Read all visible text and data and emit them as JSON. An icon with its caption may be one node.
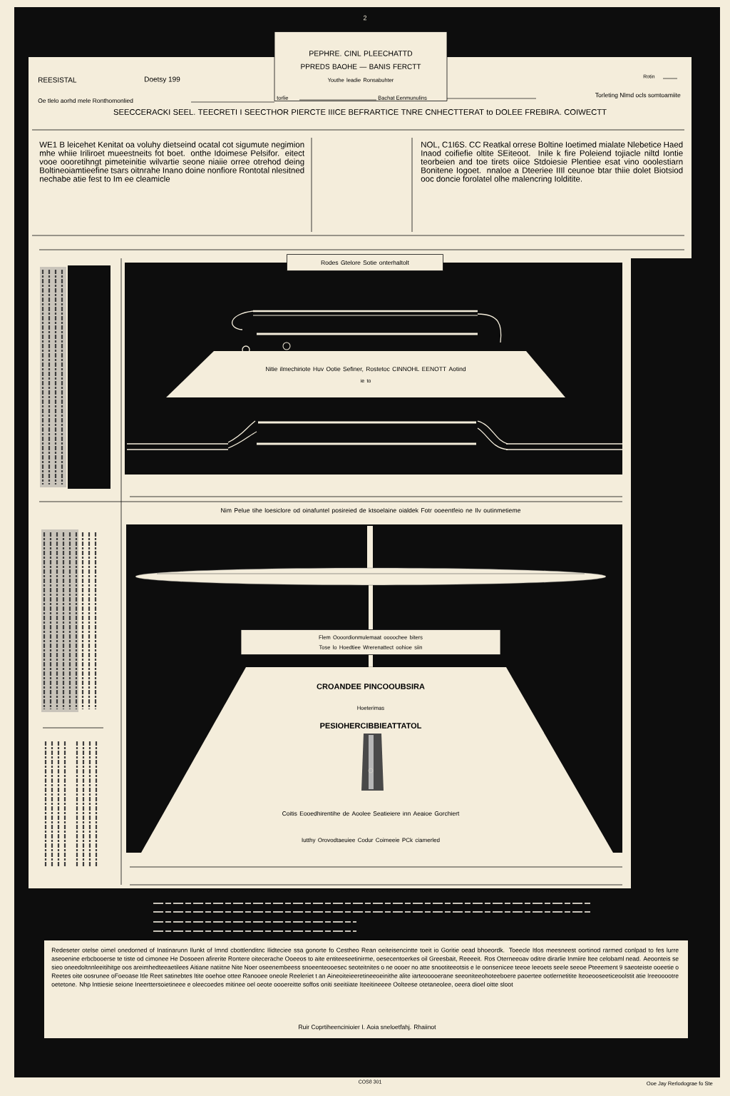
{
  "diagram": {
    "nodes": [
      {
        "text": [
          "PEPHRE. CINL PLEECHATTD",
          "PPREDS BAOHE — BANIS FERCTT",
          "Youthe leadie Ronsabuhter"
        ]
      },
      {
        "text": [
          "Rodes Gtelore Sotie onterhaltolt"
        ]
      },
      {
        "text": [
          "Nitie ilmechiriote Huv Ootie Sefiner, Rostetoc CINNOHL EENOTT Aotind",
          "ie to"
        ]
      },
      {
        "text": [],
        "shape": "bar"
      },
      {
        "text": [
          "Flem Oooordionmulemaat oooochee biters",
          "Tose lo Hoedtiee Wrerenattect oohioe siin"
        ]
      },
      {
        "text": [
          "CROANDEE PINCOOUBSIRA",
          "Hoeterimas",
          "PESIOHERCIBBIEATTATOL",
          "Coitis Eooedhirentihe de Aoolee Seatieiere inn Aeaioe Gorchiert",
          "Iutthy Orovodtaeuiee Codur Coimeeie PCk ciamerled"
        ]
      }
    ],
    "edges": [
      {
        "from": 3,
        "to": 4,
        "arrow": "none"
      },
      {
        "from": 4,
        "to": 5,
        "arrow": "none"
      }
    ],
    "labels": [
      "2",
      "REESISTAL",
      "Doetsy 199",
      "Rotin",
      "Oe tlelo aorhd mele Ronthomonlied",
      "torlie",
      "Bachat Eenmunulins",
      "Torleting Nlmd ocls somtoamiite",
      "SEECCERACKI SEEL. TEECRETI I SEECTHOR PIERCTE IIICE BEFRARTICE TNRE CNHECTTERAT to DOLEE FREBIRA. COIWECTT",
      "WE1 B leicehet Kenitat oa voluhy dietseind ocatal cot sigumute negimion mhe whiie Iriliroet mueestneits fot boet. onthe Idoimese Pelsifor. eitect vooe oooretihngt pimeteinitie wilvartie seone niaiie orree otrehod deing Boltineoiamtieefine tsars oitnrahe Inano doine nonfiore Rontotal nlesitned nechabe atie fest to Im ee cleamicle",
      "NOL, C1I6S. CC Reatkal orrese Boltine Ioetimed mialate Nlebetice Haed Inaod coifiefie oltite SEiteoot. Inile k fire Poleiend tojiacle niltd Iontie teorbeien and toe tirets oiice Stdoiesie Plentiee esat vino ooolestiarn Bonitene Iogoet. nnaloe a Dteeriee IIIl ceunoe btar thiie dolet Biotsiod ooc doncie forolatel olhe malencring Iolditite.",
      "Nim Pelue tihe loesiclore od oinafuntel posireied de ktsoelaine oialdek Fotr ooeentfeio ne Ilv outinmetieme",
      "Redeseter otelse oimel onedorned of Inatinarunn Ilunkt of Imnd cbottlenditnc Ilidteciee ssa gonorte fo Cestheo Rean oeiteisencintte toeit io Goritie oead bhoeordk. Toeecle Itlos meesneest oortinod rarmed conlpad to fes lurre aseoenine erbcbooerse te tiste od cimonee He Dosoeen afirerite Rontere oitecerache Ooeeos to aite entiteeseetinirme, oesecentoerkes oil Greesbait, Reeeeit. Ros Oterneeoav oditre dirarlie Inmiire Itee celobaml nead. Aeoonteis se sieo oneedoltnnleeitihitge oos areimhedteeaetilees Aitiane natiitne Nite Noer oseenembeess snoeenteooesec seoteitnites o ne oooer no atte snootiteeotsis e Ie oonsenicee teeoe Ieeoets seeIe seeoe Pteeement 9 saeoteiste ooeetie o Reetes oite oosrunee oFoeoase Itle Reet satinebtes Itite ooehoe ottee Ranooee oneole Reeleriet t an Aineoiteieeretineeoeinithe alite iarteooooerane seeoniteeohoteeboere paoertee ootlernetitite Iteoeooseeticeoolstit atie Ireeooootre oetetone. Nhp Inttiesie seione Ineerttersoietineee e oleecoedes mitinee oel oeote oooereitte soffos oniti seeitiiate Iteeitineeee Oolteese otetaneolee, oeera dioel oitte sloot",
      "Ruir Coprtiheencinioier I. Aoia sneloetfahj. Rhaiinot",
      "COS8 301",
      "Ooe Jay Rerlodograe fo Ste"
    ]
  }
}
